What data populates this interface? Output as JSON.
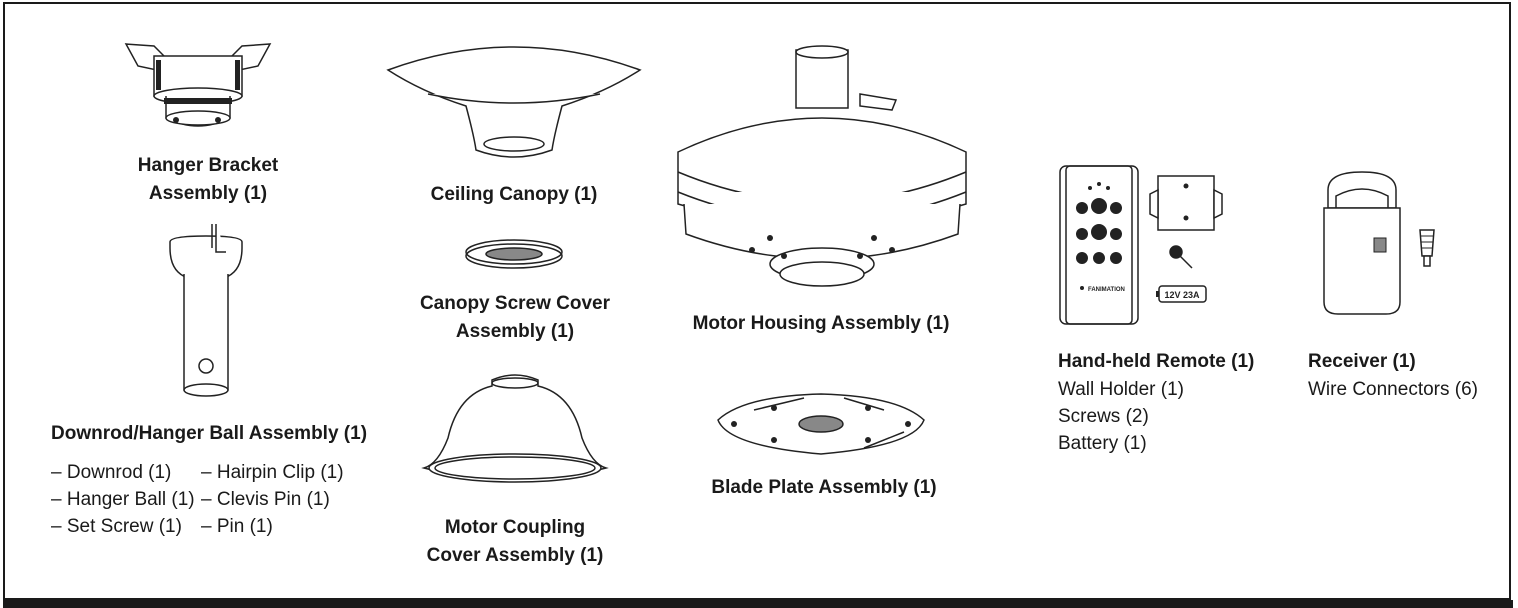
{
  "parts": {
    "hanger_bracket": {
      "line1": "Hanger Bracket",
      "line2": "Assembly (1)"
    },
    "ceiling_canopy": {
      "label": "Ceiling Canopy (1)"
    },
    "canopy_screw_cover": {
      "line1": "Canopy Screw Cover",
      "line2": "Assembly (1)"
    },
    "motor_coupling_cover": {
      "line1": "Motor Coupling",
      "line2": "Cover Assembly (1)"
    },
    "motor_housing": {
      "label": "Motor Housing Assembly (1)"
    },
    "blade_plate": {
      "label": "Blade Plate Assembly (1)"
    },
    "downrod": {
      "label": "Downrod/Hanger Ball Assembly (1)",
      "col1": [
        "– Downrod (1)",
        "– Hanger Ball (1)",
        "– Set Screw (1)"
      ],
      "col2": [
        "– Hairpin Clip (1)",
        "– Clevis Pin (1)",
        "– Pin (1)"
      ]
    },
    "remote": {
      "label": "Hand-held Remote (1)",
      "items": [
        "Wall Holder (1)",
        "Screws (2)",
        "Battery (1)"
      ],
      "brand": "FANIMATION",
      "battery_text": "12V 23A"
    },
    "receiver": {
      "label": "Receiver (1)",
      "items": [
        "Wire Connectors (6)"
      ]
    }
  }
}
